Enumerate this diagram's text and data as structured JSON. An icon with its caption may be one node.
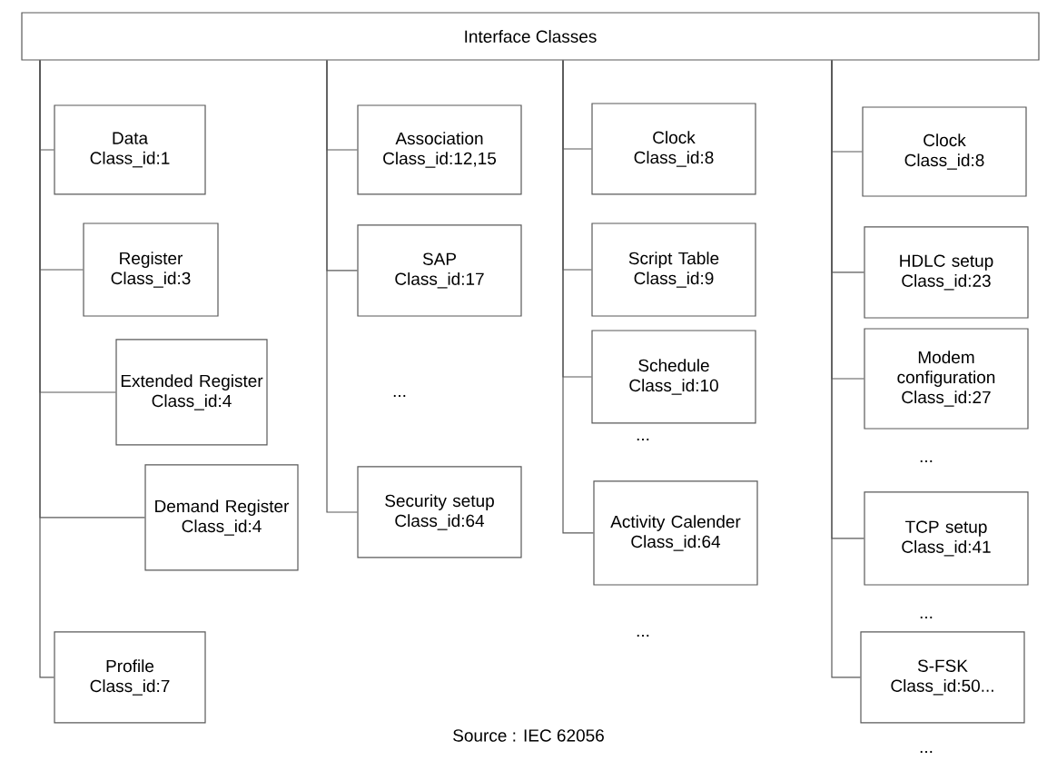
{
  "diagram": {
    "caption": "Source : IEC 62056",
    "nodes": [
      {
        "text": [
          "Interface Classes"
        ]
      },
      {
        "text": [
          "Data",
          "Class_id:1"
        ]
      },
      {
        "text": [
          "Register",
          "Class_id:3"
        ]
      },
      {
        "text": [
          "Extended Register",
          "Class_id:4"
        ]
      },
      {
        "text": [
          "Demand Register",
          "Class_id:4"
        ]
      },
      {
        "text": [
          "Profile",
          "Class_id:7"
        ]
      },
      {
        "text": [
          "Association",
          "Class_id:12,15"
        ]
      },
      {
        "text": [
          "SAP",
          "Class_id:17"
        ]
      },
      {
        "text": [
          "Security setup",
          "Class_id:64"
        ]
      },
      {
        "text": [
          "Clock",
          "Class_id:8"
        ]
      },
      {
        "text": [
          "Script Table",
          "Class_id:9"
        ]
      },
      {
        "text": [
          "Schedule",
          "Class_id:10"
        ]
      },
      {
        "text": [
          "Activity Calender",
          "Class_id:64"
        ]
      },
      {
        "text": [
          "Clock",
          "Class_id:8"
        ]
      },
      {
        "text": [
          "HDLC setup",
          "Class_id:23"
        ]
      },
      {
        "text": [
          "Modem configuration",
          "Class_id:27"
        ]
      },
      {
        "text": [
          "TCP setup",
          "Class_id:41"
        ]
      },
      {
        "text": [
          "S-FSK",
          "Class_id:50..."
        ]
      }
    ],
    "edges": [
      {
        "from": 0,
        "to": 1,
        "arrow": "none"
      },
      {
        "from": 0,
        "to": 2,
        "arrow": "none"
      },
      {
        "from": 0,
        "to": 3,
        "arrow": "none"
      },
      {
        "from": 0,
        "to": 4,
        "arrow": "none"
      },
      {
        "from": 0,
        "to": 5,
        "arrow": "none"
      },
      {
        "from": 0,
        "to": 6,
        "arrow": "none"
      },
      {
        "from": 0,
        "to": 7,
        "arrow": "none"
      },
      {
        "from": 0,
        "to": 8,
        "arrow": "none"
      },
      {
        "from": 0,
        "to": 9,
        "arrow": "none"
      },
      {
        "from": 0,
        "to": 10,
        "arrow": "none"
      },
      {
        "from": 0,
        "to": 11,
        "arrow": "none"
      },
      {
        "from": 0,
        "to": 12,
        "arrow": "none"
      },
      {
        "from": 0,
        "to": 13,
        "arrow": "none"
      },
      {
        "from": 0,
        "to": 14,
        "arrow": "none"
      },
      {
        "from": 0,
        "to": 15,
        "arrow": "none"
      },
      {
        "from": 0,
        "to": 16,
        "arrow": "none"
      },
      {
        "from": 0,
        "to": 17,
        "arrow": "none"
      }
    ],
    "labels": [
      "...",
      "...",
      "...",
      "...",
      "...",
      "..."
    ]
  }
}
